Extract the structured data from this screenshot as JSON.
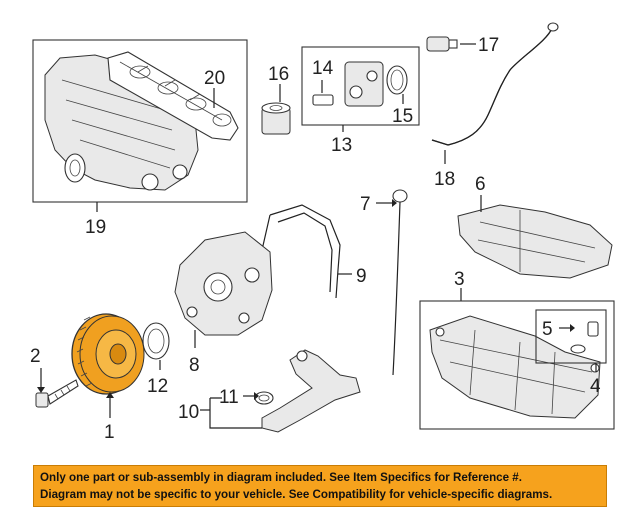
{
  "callouts": [
    {
      "id": "1",
      "label": "1"
    },
    {
      "id": "2",
      "label": "2"
    },
    {
      "id": "3",
      "label": "3"
    },
    {
      "id": "4",
      "label": "4"
    },
    {
      "id": "5",
      "label": "5"
    },
    {
      "id": "6",
      "label": "6"
    },
    {
      "id": "7",
      "label": "7"
    },
    {
      "id": "8",
      "label": "8"
    },
    {
      "id": "9",
      "label": "9"
    },
    {
      "id": "10",
      "label": "10"
    },
    {
      "id": "11",
      "label": "11"
    },
    {
      "id": "12",
      "label": "12"
    },
    {
      "id": "13",
      "label": "13"
    },
    {
      "id": "14",
      "label": "14"
    },
    {
      "id": "15",
      "label": "15"
    },
    {
      "id": "16",
      "label": "16"
    },
    {
      "id": "17",
      "label": "17"
    },
    {
      "id": "18",
      "label": "18"
    },
    {
      "id": "19",
      "label": "19"
    },
    {
      "id": "20",
      "label": "20"
    }
  ],
  "banner": {
    "line1": "Only one part or sub-assembly in diagram included. See Item Specifics for Reference #.",
    "line2": "Diagram may not be specific to your vehicle. See Compatibility for vehicle-specific diagrams."
  },
  "colors": {
    "banner_background": "#f6a21d",
    "pulley_highlight": "#f0a020",
    "line": "#222222"
  }
}
